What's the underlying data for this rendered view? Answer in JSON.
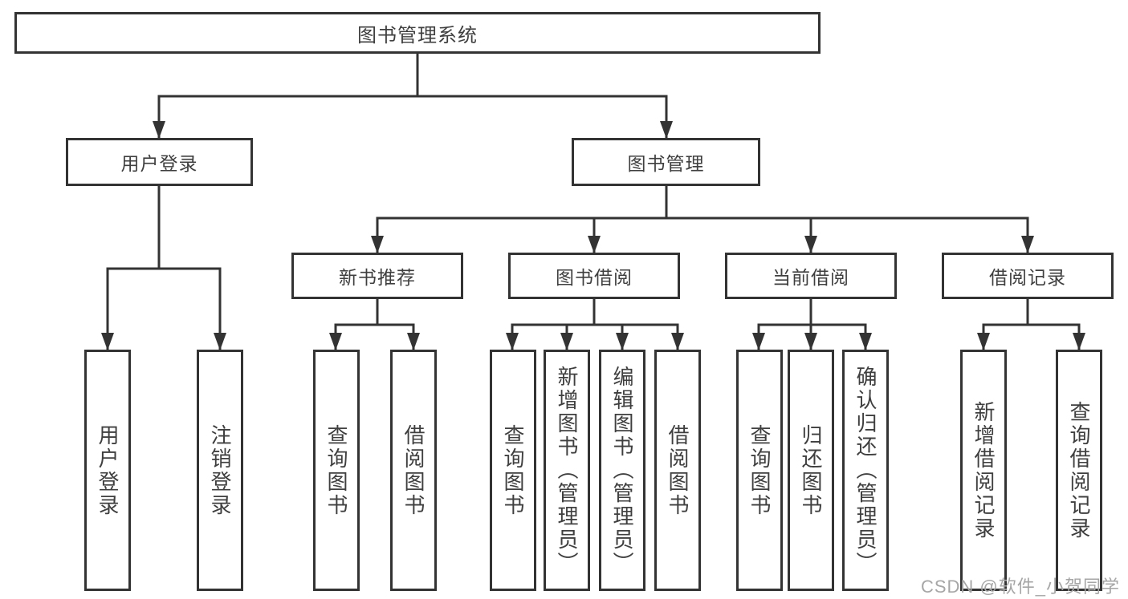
{
  "diagram": {
    "root": {
      "label": "图书管理系统",
      "children": [
        {
          "label": "用户登录",
          "children": [
            {
              "label": "用户登录"
            },
            {
              "label": "注销登录"
            }
          ]
        },
        {
          "label": "图书管理",
          "children": [
            {
              "label": "新书推荐",
              "children": [
                {
                  "label": "查询图书"
                },
                {
                  "label": "借阅图书"
                }
              ]
            },
            {
              "label": "图书借阅",
              "children": [
                {
                  "label": "查询图书"
                },
                {
                  "label": "新增图书（管理员）"
                },
                {
                  "label": "编辑图书（管理员）"
                },
                {
                  "label": "借阅图书"
                }
              ]
            },
            {
              "label": "当前借阅",
              "children": [
                {
                  "label": "查询图书"
                },
                {
                  "label": "归还图书"
                },
                {
                  "label": "确认归还（管理员）"
                }
              ]
            },
            {
              "label": "借阅记录",
              "children": [
                {
                  "label": "新增借阅记录"
                },
                {
                  "label": "查询借阅记录"
                }
              ]
            }
          ]
        }
      ]
    }
  },
  "colors": {
    "line": "#333333",
    "text": "#3f3f3f",
    "watermark": "#a6a6a6"
  },
  "watermark": "CSDN @软件_小贺同学"
}
